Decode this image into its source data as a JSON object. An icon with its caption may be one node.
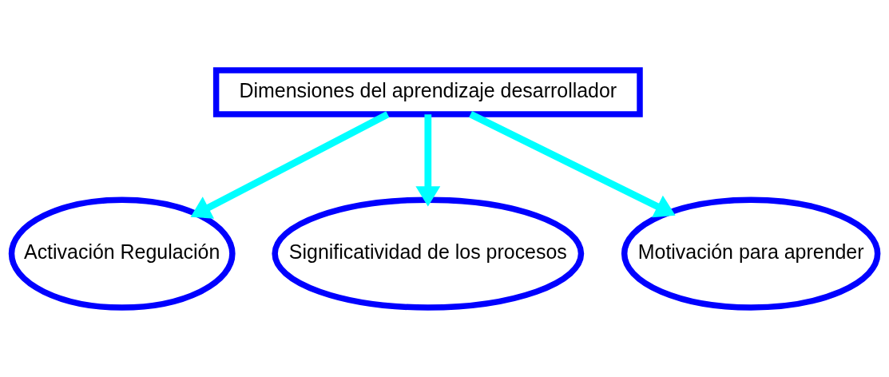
{
  "diagram": {
    "nodes": [
      {
        "text": [
          "Dimensiones del aprendizaje desarrollador"
        ]
      },
      {
        "text": [
          "Activación Regulación"
        ]
      },
      {
        "text": [
          "Significatividad de los procesos"
        ]
      },
      {
        "text": [
          "Motivación para aprender"
        ]
      }
    ],
    "edges": [
      {
        "from": 0,
        "to": 1,
        "arrow": "to"
      },
      {
        "from": 0,
        "to": 2,
        "arrow": "to"
      },
      {
        "from": 0,
        "to": 3,
        "arrow": "to"
      }
    ]
  }
}
